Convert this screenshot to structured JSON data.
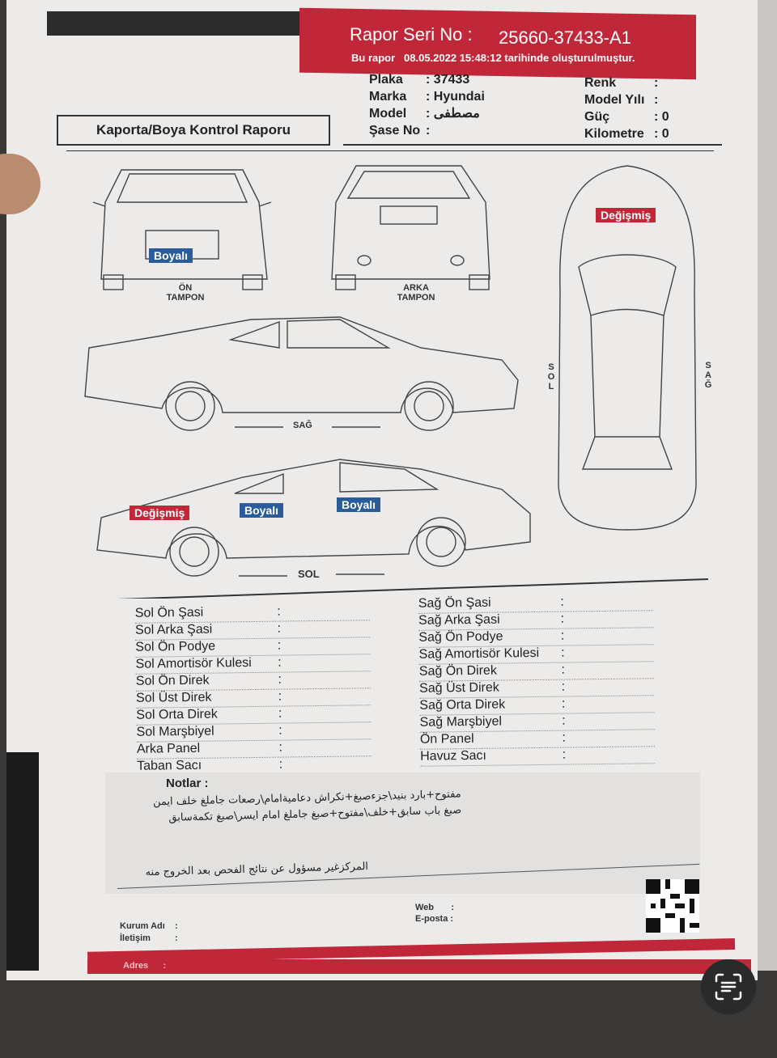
{
  "header": {
    "serial_label": "Rapor Seri No :",
    "serial_value": "25660-37433-A1",
    "created_prefix": "Bu rapor",
    "created_datetime": "08.05.2022 15:48:12",
    "created_suffix": "tarihinde oluşturulmuştur."
  },
  "report_title": "Kaporta/Boya Kontrol Raporu",
  "vehicle_left": [
    {
      "label": "Plaka",
      "value": "37433"
    },
    {
      "label": "Marka",
      "value": "Hyundai"
    },
    {
      "label": "Model",
      "value": "مصطفى"
    },
    {
      "label": "Şase No",
      "value": ""
    }
  ],
  "vehicle_right": [
    {
      "label": "Renk",
      "value": ""
    },
    {
      "label": "Model Yılı",
      "value": ""
    },
    {
      "label": "Güç",
      "value": "0"
    },
    {
      "label": "Kilometre",
      "value": "0"
    }
  ],
  "diagram_labels": {
    "front": "ÖN\nTAMPON",
    "front_1": "ÖN",
    "front_2": "TAMPON",
    "rear_1": "ARKA",
    "rear_2": "TAMPON",
    "right": "SAĞ",
    "left": "SOL",
    "top_left": "SOL",
    "top_right": "SAĞ"
  },
  "status_badges": {
    "front_bumper": "Boyalı",
    "roof": "Değişmiş",
    "left_rear_fender": "Değişmiş",
    "left_rear_door": "Boyalı",
    "left_front_door": "Boyalı"
  },
  "status_colors": {
    "painted": "#2a5b9a",
    "replaced": "#c0283a"
  },
  "checklist_left": [
    "Sol Ön Şasi",
    "Sol Arka Şasi",
    "Sol Ön Podye",
    "Sol Amortisör Kulesi",
    "Sol Ön Direk",
    "Sol Üst Direk",
    "Sol Orta Direk",
    "Sol Marşbiyel",
    "Arka Panel",
    "Taban Sacı"
  ],
  "checklist_right": [
    "Sağ Ön Şasi",
    "Sağ Arka Şasi",
    "Sağ Ön Podye",
    "Sağ Amortisör Kulesi",
    "Sağ Ön Direk",
    "Sağ Üst Direk",
    "Sağ Orta Direk",
    "Sağ Marşbiyel",
    "Ön Panel",
    "Havuz Sacı"
  ],
  "notes": {
    "label": "Notlar :",
    "lines": [
      "مفتوح+بارد بنيد\\جزءصبغ+نكراش دعاميةامام\\رصعات جاملغ خلف ايمن",
      "صبغ باب سابق+خلف\\مفتوح+صبغ جاملغ امام ايسر\\صبغ تكمةسابق"
    ],
    "disclaimer": "المركزغير مسؤول عن نتائج الفحص بعد الخروج منه"
  },
  "footer": {
    "web_label": "Web",
    "email_label": "E-posta",
    "org_label": "Kurum Adı",
    "contact_label": "İletişim",
    "address_label": "Adres"
  },
  "overlay": {
    "icon": "scan-text-icon"
  }
}
